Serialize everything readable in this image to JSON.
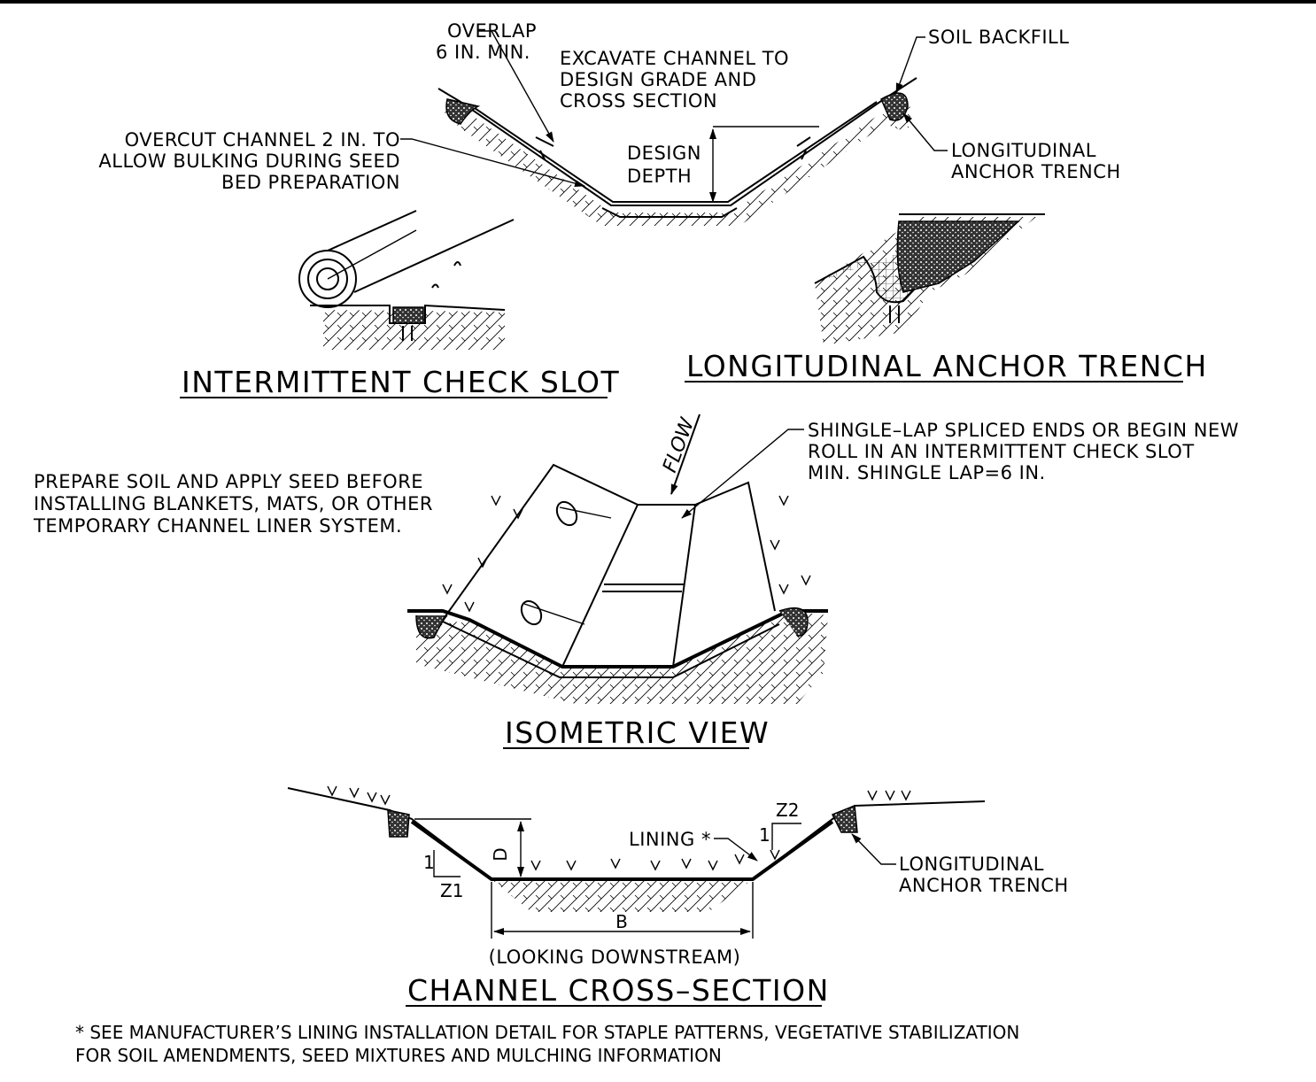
{
  "top_section": {
    "overlap": [
      "OVERLAP",
      "6 IN. MIN."
    ],
    "excavate": [
      "EXCAVATE CHANNEL TO",
      "DESIGN GRADE AND",
      "CROSS SECTION"
    ],
    "soil_backfill": "SOIL BACKFILL",
    "overcut": [
      "OVERCUT CHANNEL 2 IN. TO",
      "ALLOW BULKING DURING SEED",
      "BED PREPARATION"
    ],
    "design_depth": [
      "DESIGN",
      "DEPTH"
    ],
    "long_anchor": [
      "LONGITUDINAL",
      "ANCHOR TRENCH"
    ]
  },
  "titles": {
    "check_slot": "INTERMITTENT CHECK SLOT",
    "anchor_trench": "LONGITUDINAL ANCHOR TRENCH",
    "isometric": "ISOMETRIC VIEW",
    "cross_section": "CHANNEL CROSS–SECTION"
  },
  "isometric": {
    "flow": "FLOW",
    "shingle": [
      "SHINGLE–LAP SPLICED ENDS OR BEGIN NEW",
      "ROLL IN AN INTERMITTENT CHECK SLOT",
      "MIN. SHINGLE LAP=6 IN."
    ],
    "prepare": [
      "PREPARE SOIL AND APPLY SEED BEFORE",
      "INSTALLING BLANKETS, MATS, OR OTHER",
      "TEMPORARY CHANNEL LINER SYSTEM."
    ]
  },
  "cross_section": {
    "d": "D",
    "one_left": "1",
    "z1": "Z1",
    "one_right": "1",
    "z2": "Z2",
    "lining": "LINING *",
    "long_anchor": [
      "LONGITUDINAL",
      "ANCHOR TRENCH"
    ],
    "b": "B",
    "looking": "(LOOKING DOWNSTREAM)"
  },
  "footnote": [
    "* SEE MANUFACTURER’S LINING INSTALLATION DETAIL FOR STAPLE PATTERNS, VEGETATIVE STABILIZATION",
    "FOR SOIL AMENDMENTS, SEED MIXTURES AND MULCHING INFORMATION"
  ],
  "colors": {
    "ink": "#000000",
    "background": "#ffffff"
  }
}
